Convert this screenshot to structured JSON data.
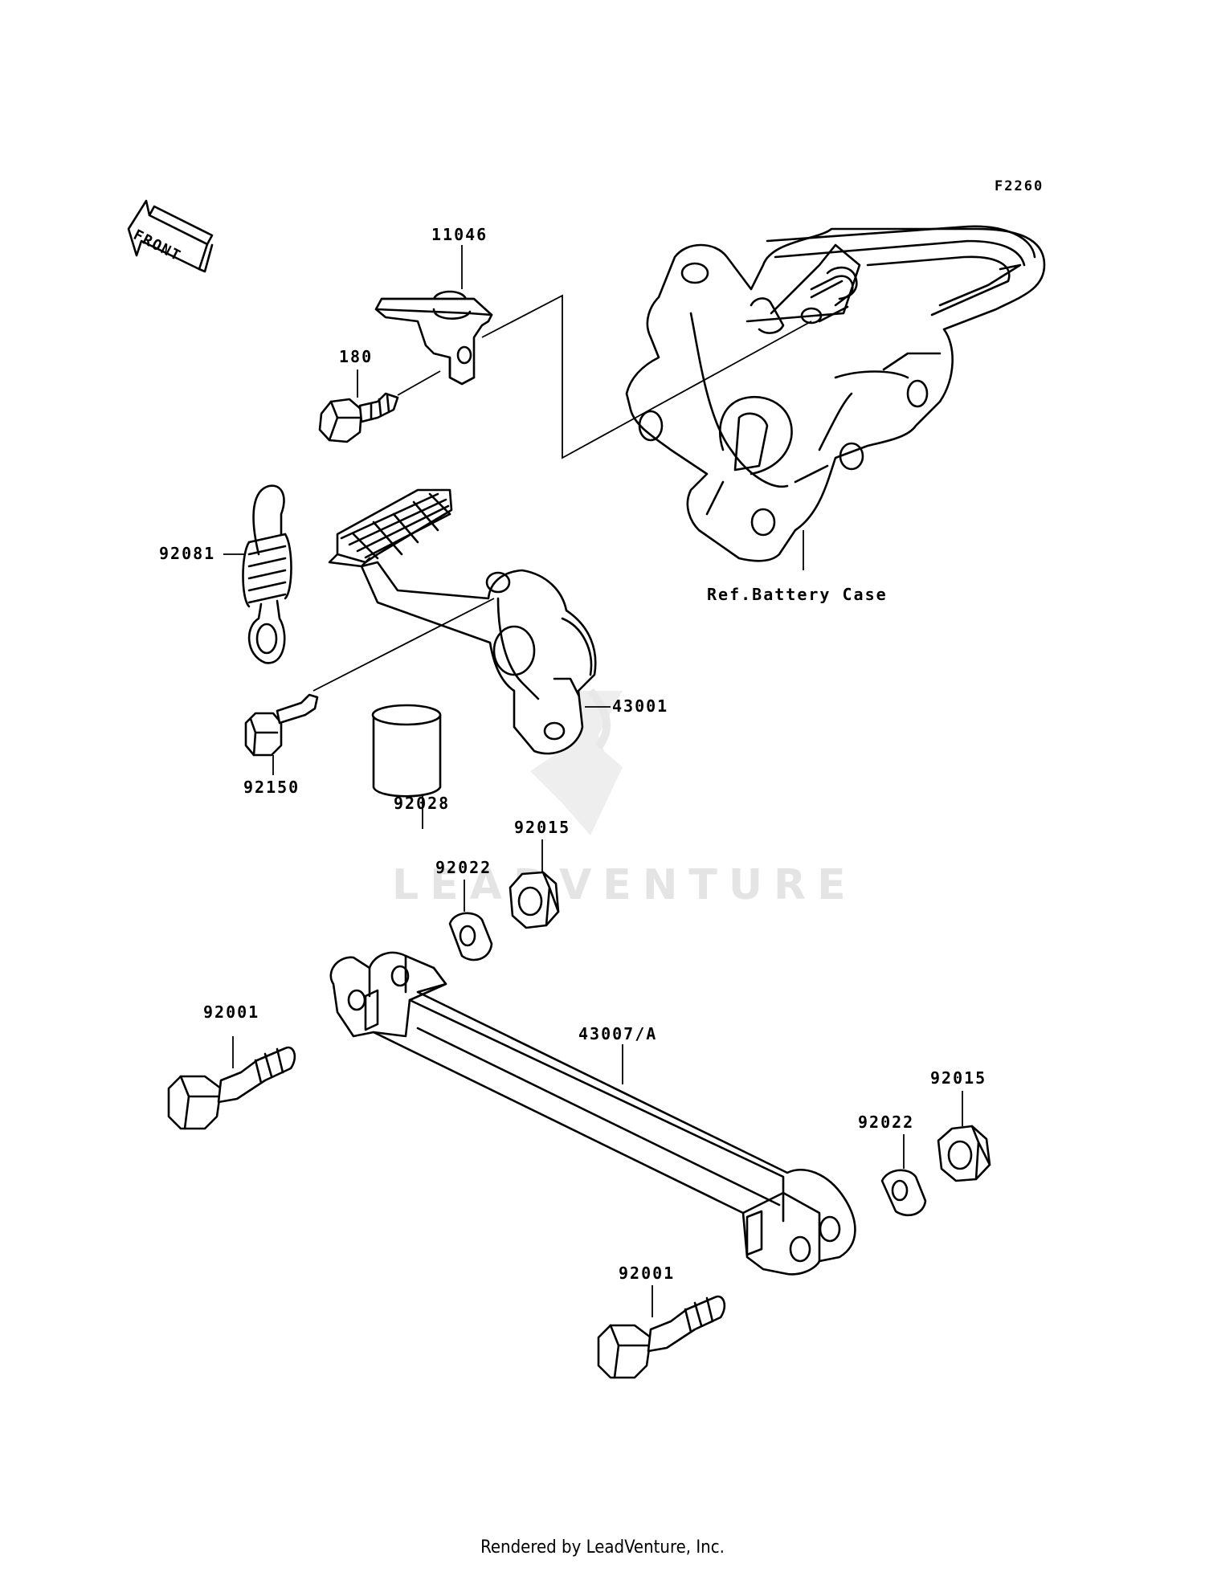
{
  "diagram": {
    "code": "F2260",
    "front_label": "FRONT",
    "reference_label": "Ref.Battery Case",
    "watermark": "LEADVENTURE",
    "footer": "Rendered by LeadVenture, Inc.",
    "parts": [
      {
        "number": "11046"
      },
      {
        "number": "180"
      },
      {
        "number": "92081"
      },
      {
        "number": "43001"
      },
      {
        "number": "92150"
      },
      {
        "number": "92028"
      },
      {
        "number": "92015"
      },
      {
        "number": "92022"
      },
      {
        "number": "92001"
      },
      {
        "number": "43007/A"
      },
      {
        "number": "92022"
      },
      {
        "number": "92015"
      },
      {
        "number": "92001"
      }
    ]
  }
}
